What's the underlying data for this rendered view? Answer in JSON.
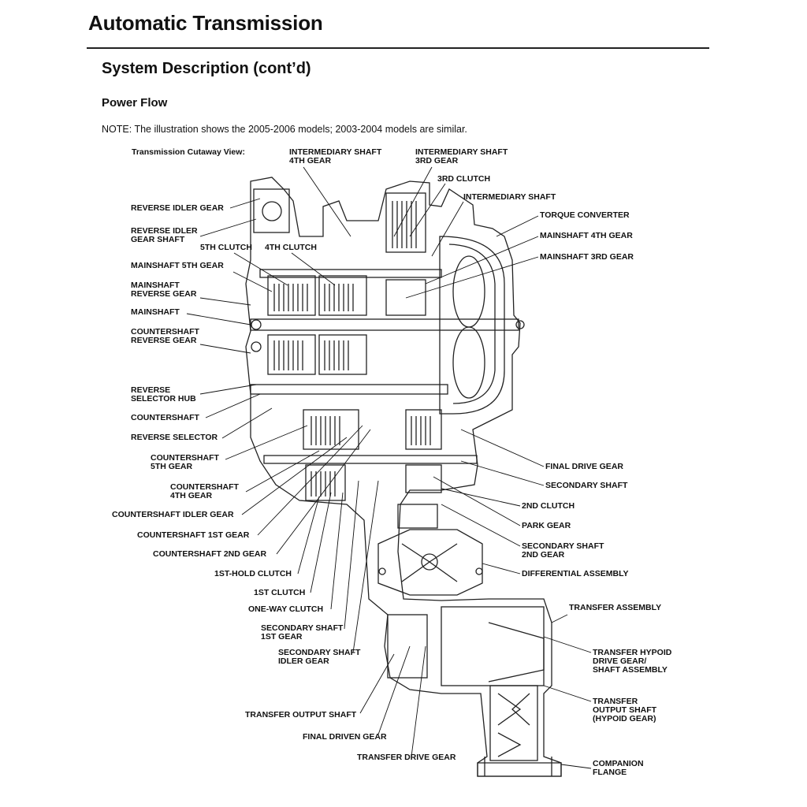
{
  "header": {
    "title": "Automatic Transmission"
  },
  "section": {
    "title": "System Description (cont’d)"
  },
  "subsection": {
    "title": "Power Flow"
  },
  "note": "NOTE: The illustration shows the 2005-2006 models; 2003-2004 models are similar.",
  "cutaway_label": "Transmission Cutaway View:",
  "labels": {
    "intermediary_shaft_4th_gear": [
      "INTERMEDIARY SHAFT",
      "4TH GEAR"
    ],
    "intermediary_shaft_3rd_gear": [
      "INTERMEDIARY SHAFT",
      "3RD GEAR"
    ],
    "third_clutch": [
      "3RD CLUTCH"
    ],
    "intermediary_shaft": [
      "INTERMEDIARY SHAFT"
    ],
    "torque_converter": [
      "TORQUE CONVERTER"
    ],
    "mainshaft_4th_gear": [
      "MAINSHAFT 4TH GEAR"
    ],
    "mainshaft_3rd_gear": [
      "MAINSHAFT 3RD GEAR"
    ],
    "reverse_idler_gear": [
      "REVERSE IDLER GEAR"
    ],
    "reverse_idler_gear_shaft": [
      "REVERSE IDLER",
      "GEAR SHAFT"
    ],
    "fifth_clutch": [
      "5TH CLUTCH"
    ],
    "fourth_clutch": [
      "4TH CLUTCH"
    ],
    "mainshaft_5th_gear": [
      "MAINSHAFT 5TH GEAR"
    ],
    "mainshaft_reverse_gear": [
      "MAINSHAFT",
      "REVERSE GEAR"
    ],
    "mainshaft": [
      "MAINSHAFT"
    ],
    "countershaft_reverse_gear": [
      "COUNTERSHAFT",
      "REVERSE GEAR"
    ],
    "reverse_selector_hub": [
      "REVERSE",
      "SELECTOR HUB"
    ],
    "countershaft": [
      "COUNTERSHAFT"
    ],
    "reverse_selector": [
      "REVERSE SELECTOR"
    ],
    "countershaft_5th_gear": [
      "COUNTERSHAFT",
      "5TH GEAR"
    ],
    "countershaft_4th_gear": [
      "COUNTERSHAFT",
      "4TH GEAR"
    ],
    "countershaft_idler_gear": [
      "COUNTERSHAFT IDLER GEAR"
    ],
    "countershaft_1st_gear": [
      "COUNTERSHAFT 1ST GEAR"
    ],
    "countershaft_2nd_gear": [
      "COUNTERSHAFT 2ND GEAR"
    ],
    "first_hold_clutch": [
      "1ST-HOLD CLUTCH"
    ],
    "first_clutch": [
      "1ST CLUTCH"
    ],
    "one_way_clutch": [
      "ONE-WAY CLUTCH"
    ],
    "secondary_shaft_1st_gear": [
      "SECONDARY SHAFT",
      "1ST GEAR"
    ],
    "secondary_shaft_idler_gear": [
      "SECONDARY SHAFT",
      "IDLER GEAR"
    ],
    "transfer_output_shaft": [
      "TRANSFER OUTPUT SHAFT"
    ],
    "final_driven_gear": [
      "FINAL DRIVEN GEAR"
    ],
    "transfer_drive_gear": [
      "TRANSFER DRIVE GEAR"
    ],
    "final_drive_gear": [
      "FINAL DRIVE GEAR"
    ],
    "secondary_shaft": [
      "SECONDARY SHAFT"
    ],
    "second_clutch": [
      "2ND CLUTCH"
    ],
    "park_gear": [
      "PARK GEAR"
    ],
    "secondary_shaft_2nd_gear": [
      "SECONDARY SHAFT",
      "2ND GEAR"
    ],
    "differential_assembly": [
      "DIFFERENTIAL ASSEMBLY"
    ],
    "transfer_assembly": [
      "TRANSFER ASSEMBLY"
    ],
    "transfer_hypoid_drive_gear": [
      "TRANSFER HYPOID",
      "DRIVE GEAR/",
      "SHAFT ASSEMBLY"
    ],
    "transfer_output_shaft_hypoid": [
      "TRANSFER",
      "OUTPUT SHAFT",
      "(HYPOID GEAR)"
    ],
    "companion_flange": [
      "COMPANION",
      "FLANGE"
    ]
  }
}
